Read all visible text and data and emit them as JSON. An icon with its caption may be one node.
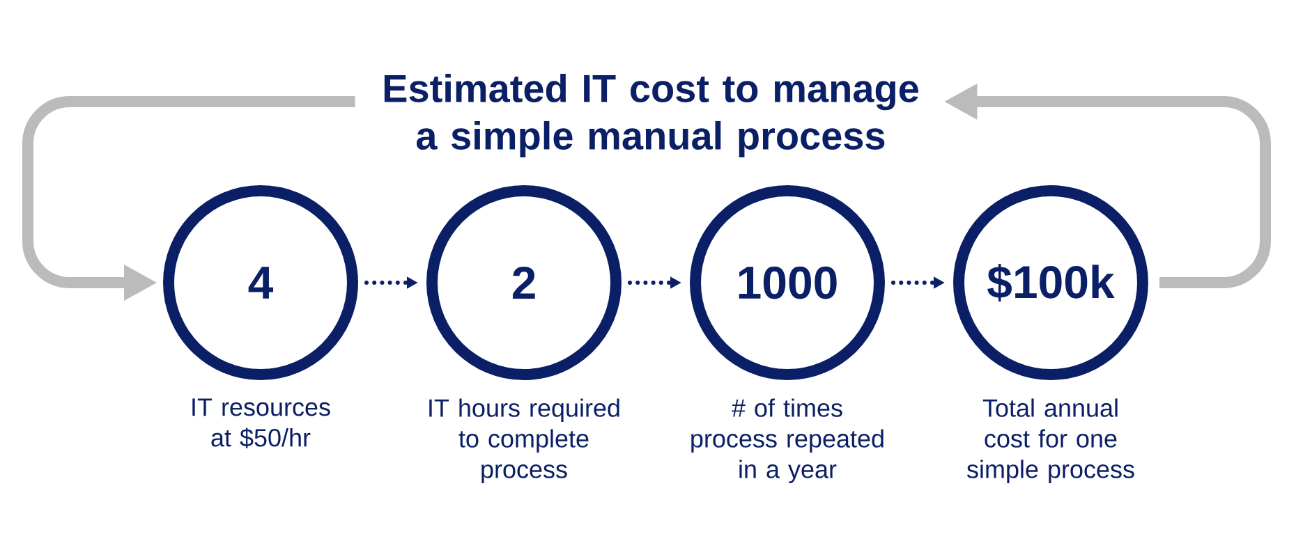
{
  "diagram": {
    "nodes": [
      {
        "text": [
          "Estimated IT cost to manage a simple manual process"
        ]
      },
      {
        "text": [
          "4"
        ],
        "beside": [
          "IT resources at $50/hr"
        ]
      },
      {
        "text": [
          "2"
        ],
        "beside": [
          "IT hours required to complete process"
        ]
      },
      {
        "text": [
          "1000"
        ],
        "beside": [
          "# of times process repeated in a year"
        ]
      },
      {
        "text": [
          "$100k"
        ],
        "beside": [
          "Total annual cost for one simple process"
        ]
      }
    ],
    "edges": [
      {
        "from": 0,
        "to": 1,
        "arrow": "to",
        "style": "thick",
        "color": "#bbbbbb"
      },
      {
        "from": 1,
        "to": 2,
        "arrow": "to",
        "style": "dashed"
      },
      {
        "from": 2,
        "to": 3,
        "arrow": "to",
        "style": "dashed"
      },
      {
        "from": 3,
        "to": 4,
        "arrow": "to",
        "style": "dashed"
      },
      {
        "from": 4,
        "to": 0,
        "arrow": "to",
        "style": "thick",
        "color": "#bbbbbb"
      }
    ]
  }
}
